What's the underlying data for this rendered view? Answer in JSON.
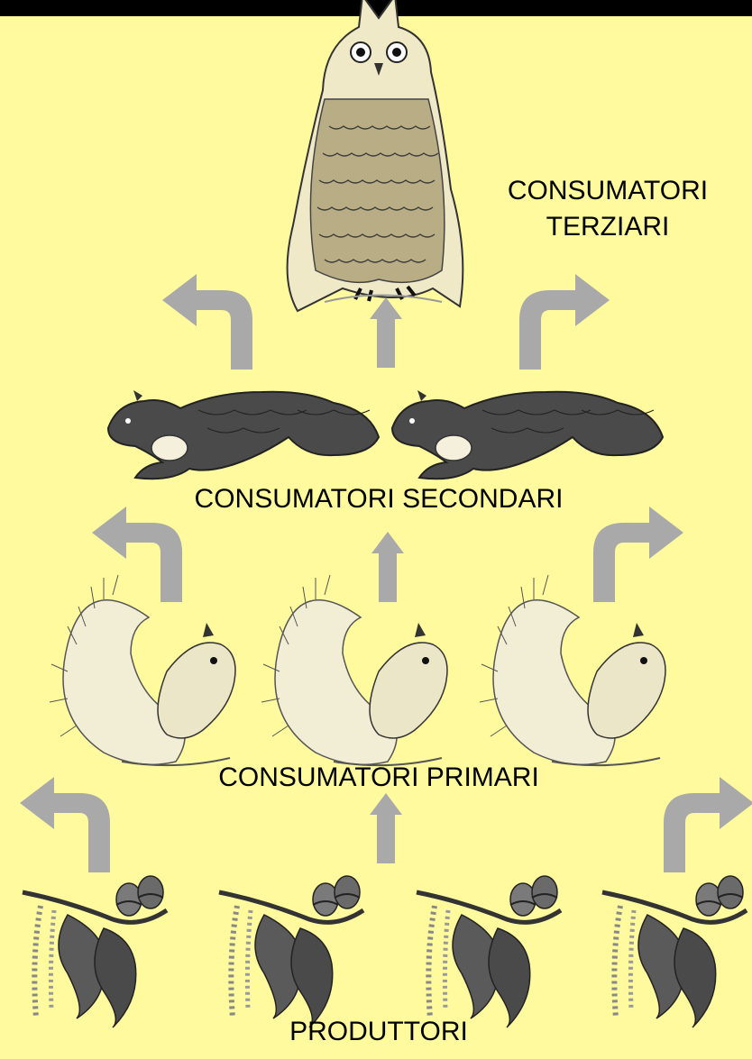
{
  "title": "",
  "colors": {
    "background": "#fffa9e",
    "arrow": "#a9a9a9",
    "ink": "#1e1e1e",
    "topbar": "#000000"
  },
  "levels": {
    "tertiary": {
      "label_line1": "CONSUMATORI",
      "label_line2": "TERZIARI",
      "organism": "owl-icon",
      "count": 1
    },
    "secondary": {
      "label": "CONSUMATORI SECONDARI",
      "organism": "marten-icon",
      "count": 2
    },
    "primary": {
      "label": "CONSUMATORI PRIMARI",
      "organism": "squirrel-icon",
      "count": 3
    },
    "producers": {
      "label": "PRODUTTORI",
      "organism": "oak-branch-icon",
      "count": 4
    }
  },
  "arrows": [
    "arrow-up-icon",
    "arrow-curve-left-icon",
    "arrow-curve-right-icon"
  ]
}
